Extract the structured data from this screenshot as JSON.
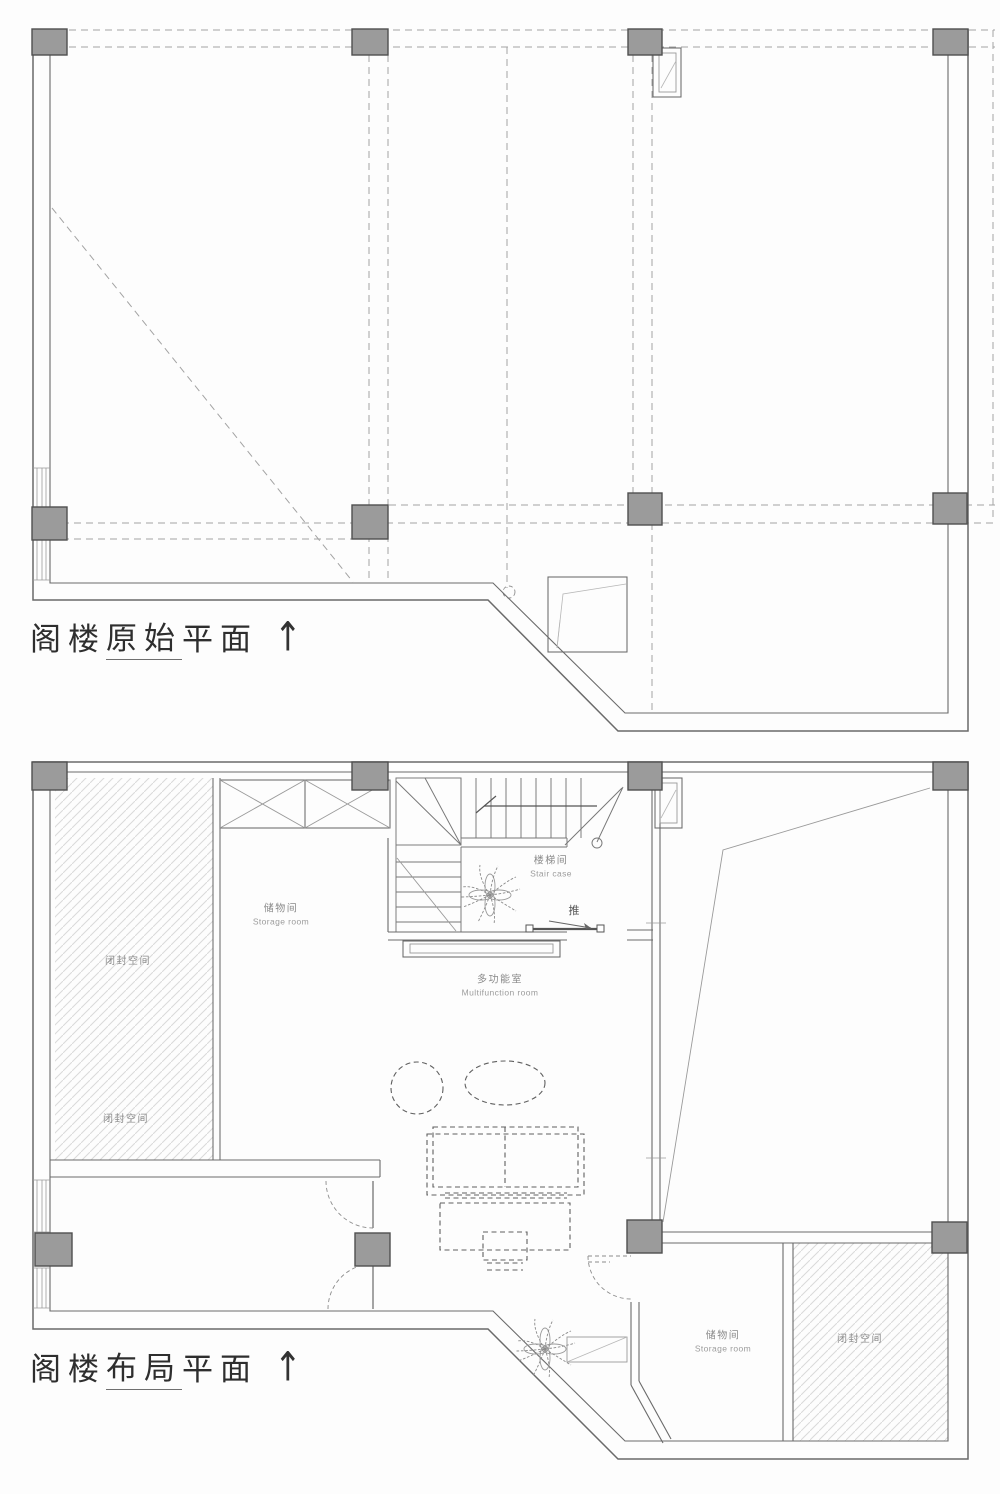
{
  "colors": {
    "wall": "#6a6a6a",
    "grid": "#a3a3a3",
    "column_fill": "#9b9b9b",
    "column_stroke": "#4f4f4f",
    "hatch": "#d9d9d9",
    "label": "#8a8a8a",
    "title": "#2e2e2e"
  },
  "plan_original": {
    "title_prefix": "阁楼",
    "title_emph": "原始",
    "title_suffix": "平面",
    "arrow": "↑"
  },
  "plan_layout": {
    "title_prefix": "阁楼",
    "title_emph": "布局",
    "title_suffix": "平面",
    "arrow": "↑",
    "labels": {
      "sealed_upper_zh": "闭封空间",
      "sealed_lower_zh": "闭封空间",
      "storage_top_zh": "储物间",
      "storage_top_en": "Storage room",
      "staircase_zh": "楼梯间",
      "staircase_en": "Stair case",
      "push_zh": "推",
      "multifunction_zh": "多功能室",
      "multifunction_en": "Multifunction room",
      "storage_bottom_zh": "储物间",
      "storage_bottom_en": "Storage room",
      "sealed_bottom_zh": "闭封空间"
    }
  }
}
